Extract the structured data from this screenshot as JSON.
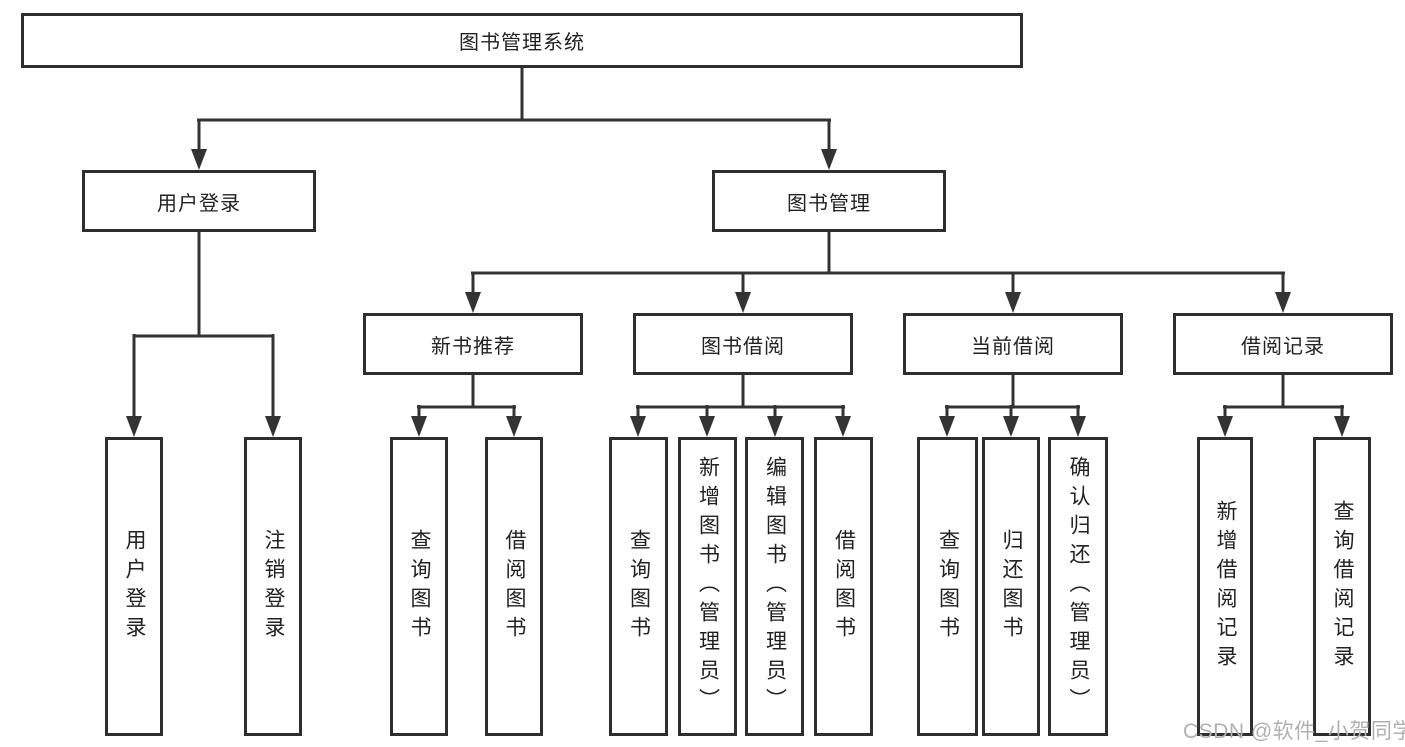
{
  "nodes": {
    "root": "图书管理系统",
    "user_login": "用户登录",
    "book_management": "图书管理",
    "new_book_recommend": "新书推荐",
    "book_borrow": "图书借阅",
    "current_borrow": "当前借阅",
    "borrow_records": "借阅记录"
  },
  "leaves": {
    "user_login": [
      "用户登录",
      "注销登录"
    ],
    "new_book_recommend": [
      "查询图书",
      "借阅图书"
    ],
    "book_borrow": [
      "查询图书",
      "新增图书（管理员）",
      "编辑图书（管理员）",
      "借阅图书"
    ],
    "current_borrow": [
      "查询图书",
      "归还图书",
      "确认归还（管理员）"
    ],
    "borrow_records": [
      "新增借阅记录",
      "查询借阅记录"
    ]
  },
  "watermark": "CSDN @软件_小贺同学",
  "colors": {
    "line": "#333333",
    "box_border": "#2e2e2e",
    "text": "#222222",
    "watermark": "#b0b0b0",
    "background": "#ffffff"
  }
}
